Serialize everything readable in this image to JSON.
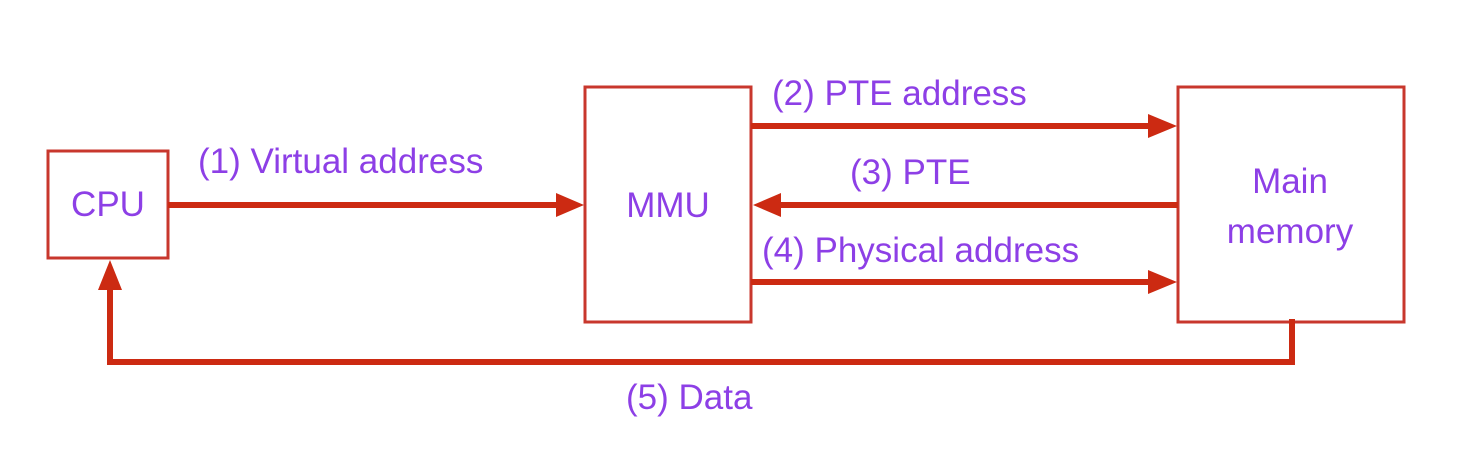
{
  "diagram": {
    "nodes": {
      "cpu": {
        "label": "CPU"
      },
      "mmu": {
        "label": "MMU"
      },
      "main_memory": {
        "label_line1": "Main",
        "label_line2": "memory"
      }
    },
    "edges": [
      {
        "id": "virtual-address",
        "from": "cpu",
        "to": "mmu",
        "label": "(1) Virtual address"
      },
      {
        "id": "pte-address",
        "from": "mmu",
        "to": "main_memory",
        "label": "(2) PTE address"
      },
      {
        "id": "pte",
        "from": "main_memory",
        "to": "mmu",
        "label": "(3) PTE"
      },
      {
        "id": "physical-address",
        "from": "mmu",
        "to": "main_memory",
        "label": "(4) Physical address"
      },
      {
        "id": "data",
        "from": "main_memory",
        "to": "cpu",
        "label": "(5) Data"
      }
    ],
    "colors": {
      "box_border": "#c8372d",
      "arrow": "#cc2a12",
      "text": "#8d3fe6"
    }
  }
}
